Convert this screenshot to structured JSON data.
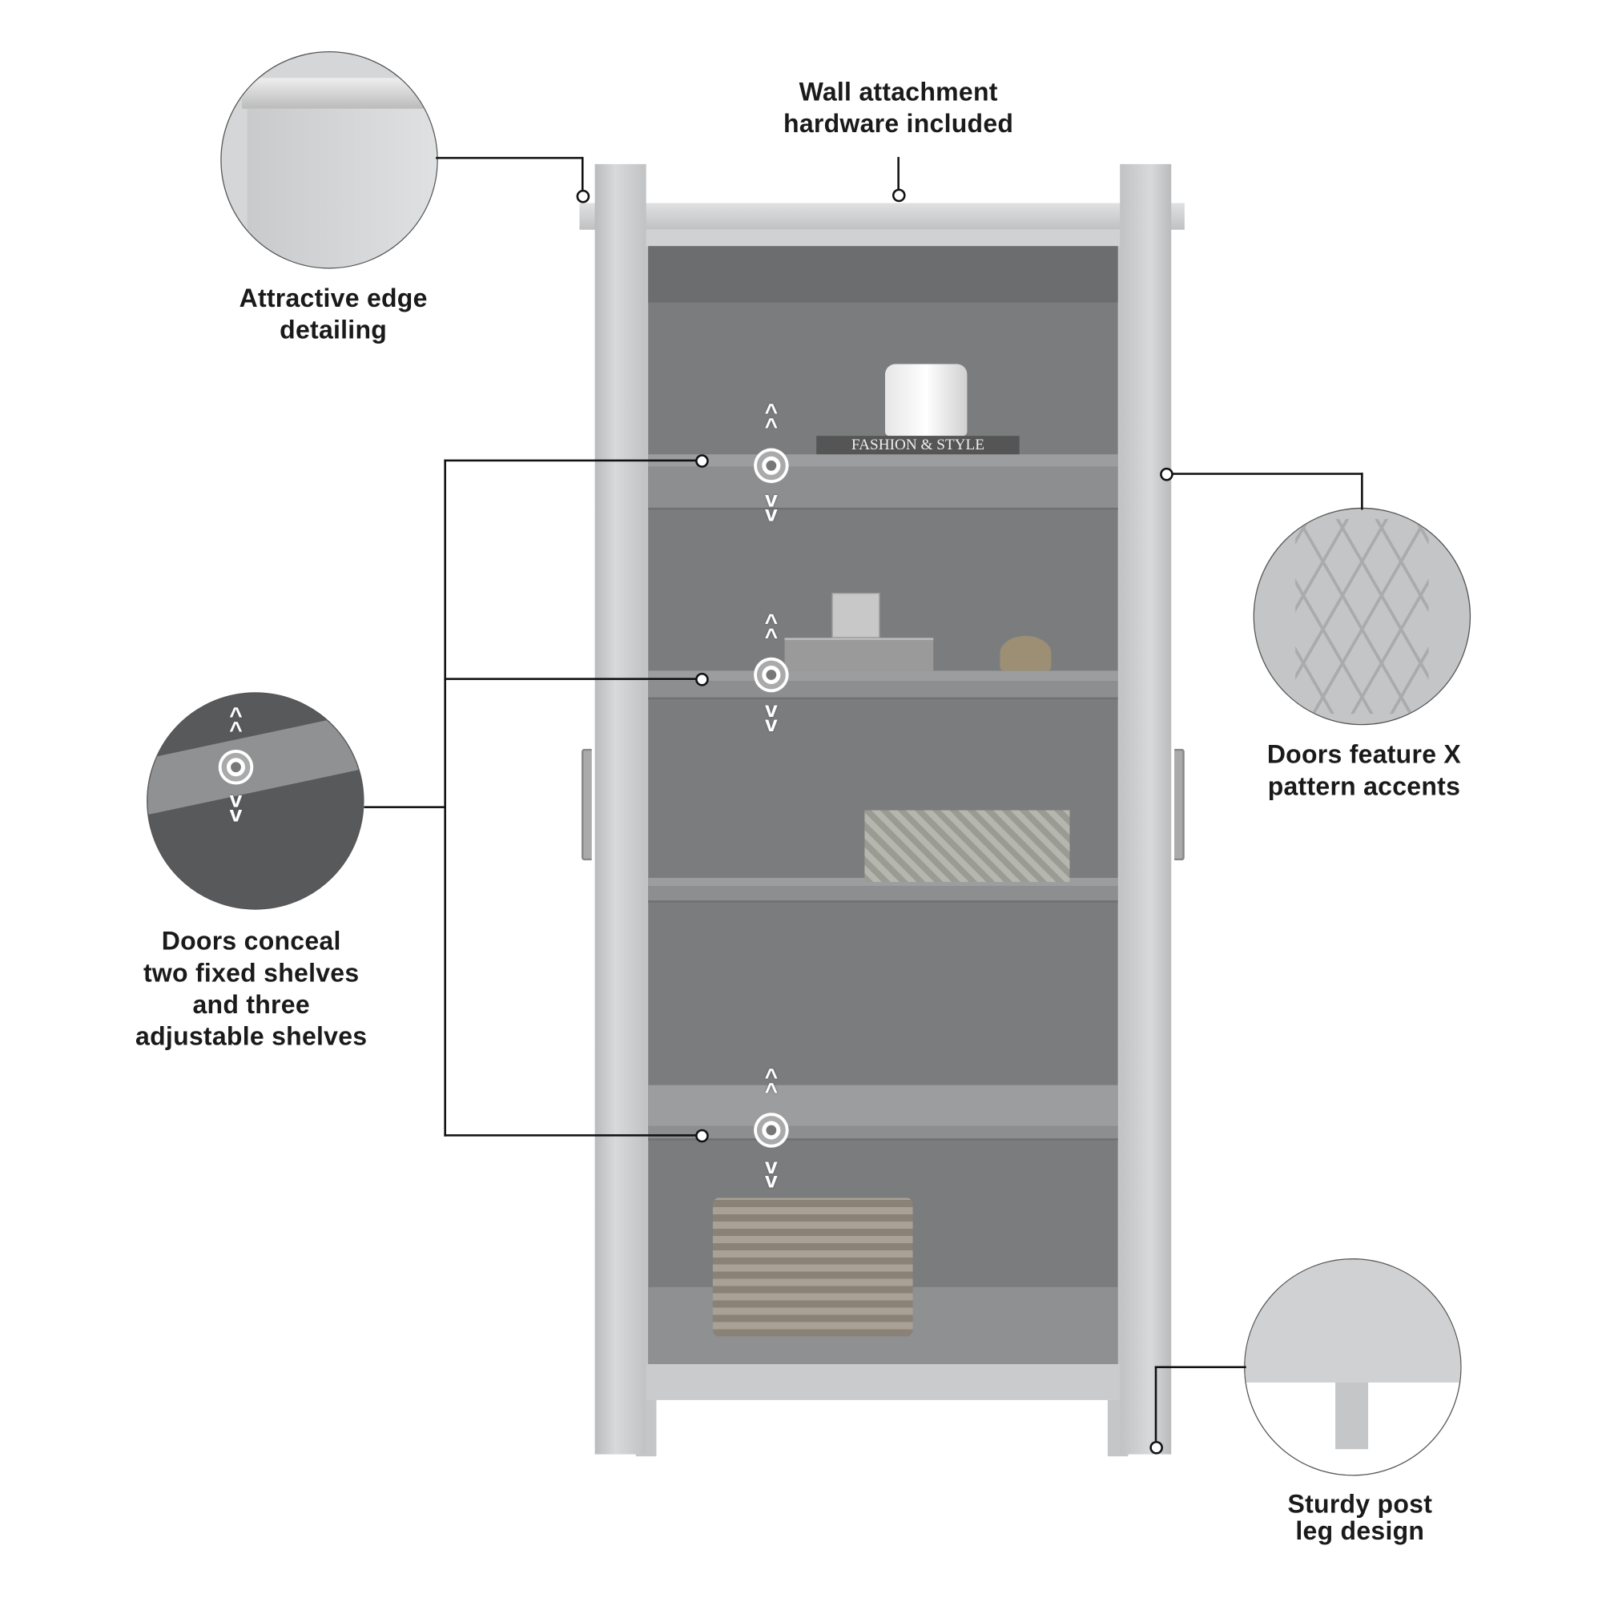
{
  "callouts": {
    "edge_detailing": {
      "line1": "Attractive edge",
      "line2": "detailing"
    },
    "wall_attachment": {
      "line1": "Wall attachment",
      "line2": "hardware included"
    },
    "doors_x_pattern": {
      "line1": "Doors feature X",
      "line2": "pattern accents"
    },
    "shelves": {
      "line1": "Doors conceal",
      "line2": "two fixed shelves",
      "line3": "and three",
      "line4": "adjustable shelves"
    },
    "post_leg": {
      "line1": "Sturdy post",
      "line2": "leg design"
    }
  },
  "props": {
    "book_title": "FASHION & STYLE"
  },
  "colors": {
    "cabinet": "#c9cbcd",
    "interior": "#7a7b7d",
    "line": "#111111"
  },
  "icons": [
    "shelf-adjust-up-chevrons-icon",
    "shelf-pin-target-icon",
    "shelf-adjust-down-chevrons-icon"
  ]
}
